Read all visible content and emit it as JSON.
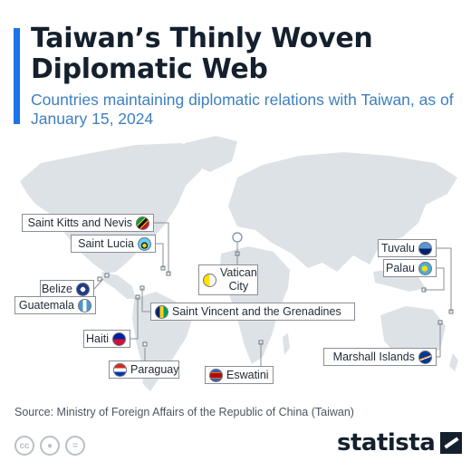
{
  "title": "Taiwan’s Thinly Woven Diplomatic Web",
  "subtitle": "Countries maintaining diplomatic relations with Taiwan, as of January 15, 2024",
  "source": "Source: Ministry of Foreign Affairs of the Republic of China (Taiwan)",
  "brand": "statista",
  "colors": {
    "accent": "#1a73e8",
    "subtitle": "#3f7fbf",
    "land": "#dde2e7",
    "text": "#1f2a36",
    "leader": "#8a8f96"
  },
  "license_icons": [
    "creative-commons-icon",
    "attribution-icon",
    "no-derivatives-icon"
  ],
  "chart_data": {
    "type": "map",
    "title": "Taiwan’s Thinly Woven Diplomatic Web",
    "subtitle": "Countries maintaining diplomatic relations with Taiwan, as of January 15, 2024",
    "countries": [
      {
        "name": "Saint Kitts and Nevis",
        "flag": "saint-kitts-and-nevis-flag"
      },
      {
        "name": "Saint Lucia",
        "flag": "saint-lucia-flag"
      },
      {
        "name": "Belize",
        "flag": "belize-flag"
      },
      {
        "name": "Guatemala",
        "flag": "guatemala-flag"
      },
      {
        "name": "Haiti",
        "flag": "haiti-flag"
      },
      {
        "name": "Paraguay",
        "flag": "paraguay-flag"
      },
      {
        "name": "Saint Vincent and the Grenadines",
        "flag": "saint-vincent-flag"
      },
      {
        "name": "Vatican City",
        "flag": "vatican-city-flag"
      },
      {
        "name": "Eswatini",
        "flag": "eswatini-flag"
      },
      {
        "name": "Tuvalu",
        "flag": "tuvalu-flag"
      },
      {
        "name": "Palau",
        "flag": "palau-flag"
      },
      {
        "name": "Marshall Islands",
        "flag": "marshall-islands-flag"
      }
    ]
  }
}
